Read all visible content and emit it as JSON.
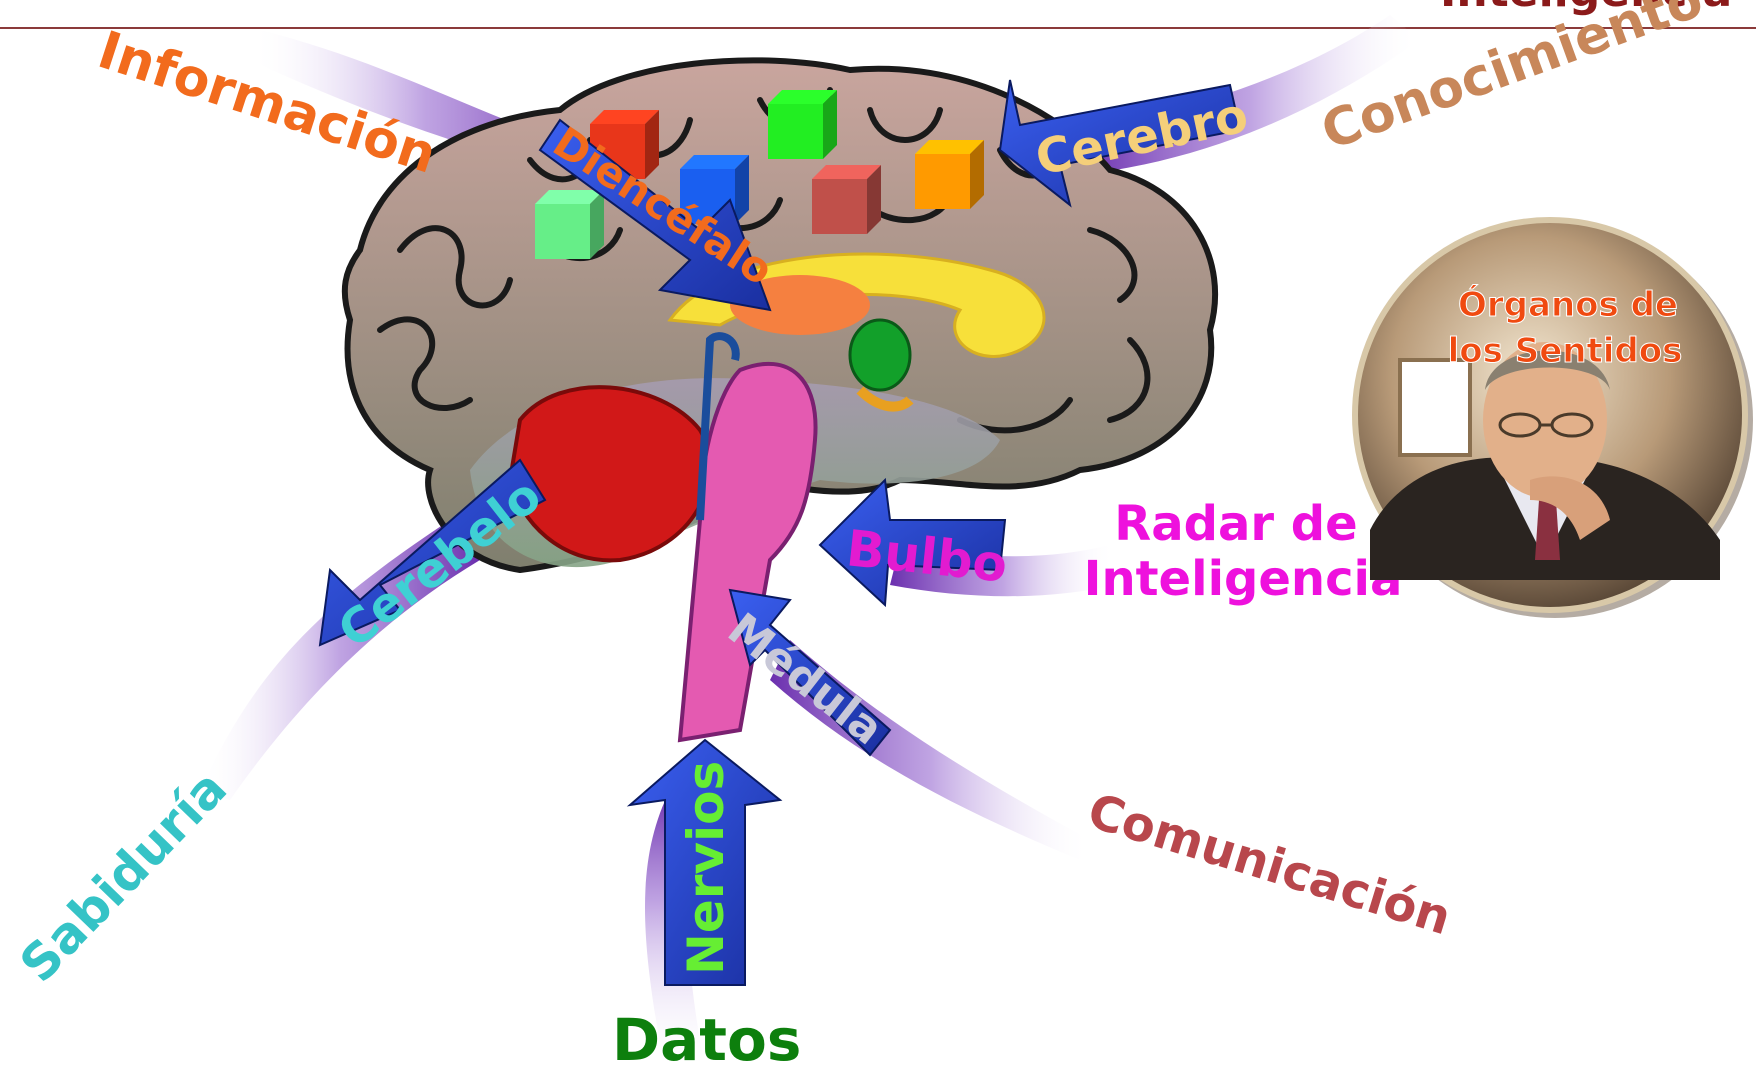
{
  "header": {
    "title_fragment": "Inteligencia",
    "title_color": "#8b1a1a",
    "rule_color": "#8b3a3a"
  },
  "diagram": {
    "sources": {
      "informacion": {
        "text": "Información",
        "color": "#f26b1d"
      },
      "conocimiento": {
        "text": "Conocimiento",
        "color": "#c8875a"
      },
      "sabiduria": {
        "text": "Sabiduría",
        "color": "#35c3c6"
      },
      "datos": {
        "text": "Datos",
        "color": "#0d7f0d"
      },
      "comunicacion": {
        "text": "Comunicación",
        "color": "#b8474c"
      },
      "radar_line1": {
        "text": "Radar de",
        "color": "#ee11dd"
      },
      "radar_line2": {
        "text": "Inteligencia",
        "color": "#ee11dd"
      }
    },
    "arrows": {
      "diencefalo": {
        "text": "Diencéfalo",
        "color": "#f26b1d"
      },
      "cerebro": {
        "text": "Cerebro",
        "color": "#f5cf7a"
      },
      "cerebelo": {
        "text": "Cerebelo",
        "color": "#3fd0d4"
      },
      "bulbo": {
        "text": "Bulbo",
        "color": "#e21bd0"
      },
      "medula": {
        "text": "Médula",
        "color": "#c8c8d8"
      },
      "nervios": {
        "text": "Nervios",
        "color": "#66ee33"
      }
    },
    "portrait": {
      "label_line1": "Órganos de",
      "label_line2": "los Sentidos",
      "label_color": "#f04a10"
    },
    "palette": {
      "arrow_blue": "#1e3fc8",
      "flow_purple": "#7a3fb5",
      "brain_gray": "#8c7f70",
      "cerebellum_red": "#d11818",
      "brainstem_pink": "#e45ab1"
    },
    "cubes": [
      {
        "name": "red-cube",
        "color": "#e8361a"
      },
      {
        "name": "green-cube",
        "color": "#22ee22"
      },
      {
        "name": "blue-cube",
        "color": "#1a5ff0"
      },
      {
        "name": "dark-red-cube",
        "color": "#c0504a"
      },
      {
        "name": "orange-cube",
        "color": "#ff9a00"
      },
      {
        "name": "mint-cube",
        "color": "#66ee88"
      }
    ]
  }
}
